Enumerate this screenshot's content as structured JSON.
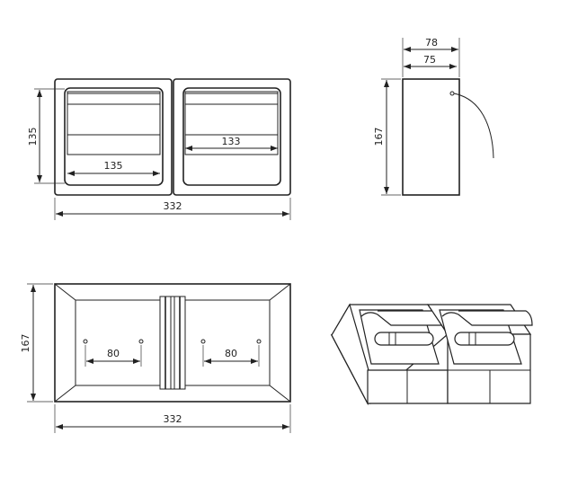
{
  "drawing": {
    "front_view": {
      "height_dim": "135",
      "inner_width_dim": "135",
      "flap_width_dim": "133",
      "overall_width_dim": "332"
    },
    "side_view": {
      "depth_outer_dim": "78",
      "depth_inner_dim": "75",
      "height_dim": "167"
    },
    "back_view": {
      "height_dim": "167",
      "hole_spacing_left_dim": "80",
      "hole_spacing_right_dim": "80",
      "overall_width_dim": "332"
    }
  }
}
